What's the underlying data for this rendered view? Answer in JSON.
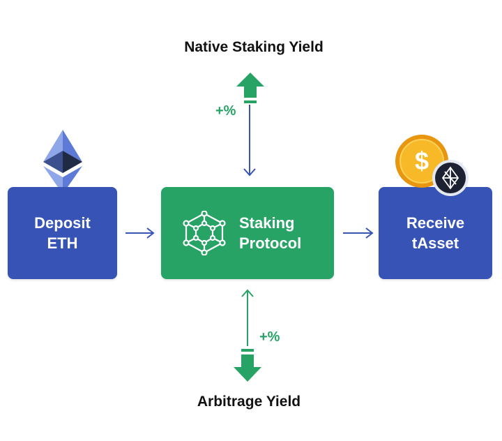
{
  "labels": {
    "native_staking_yield": "Native Staking Yield",
    "arbitrage_yield": "Arbitrage Yield"
  },
  "boxes": {
    "deposit": {
      "line1": "Deposit",
      "line2": "ETH"
    },
    "staking": {
      "line1": "Staking",
      "line2": "Protocol"
    },
    "receive": {
      "line1": "Receive",
      "line2": "tAsset"
    }
  },
  "yields": {
    "top_percent": "+%",
    "bottom_percent": "+%"
  },
  "icons": {
    "deposit": "ethereum-icon",
    "staking": "network-nodes-icon",
    "receive": [
      "dollar-coin-icon",
      "token-coin-icon"
    ],
    "top_arrow": "up-arrow-icon",
    "bottom_arrow": "down-arrow-icon"
  },
  "colors": {
    "blue": "#3653b5",
    "green": "#27a366",
    "gold": "#f2a81d",
    "dark": "#1f2a44"
  }
}
